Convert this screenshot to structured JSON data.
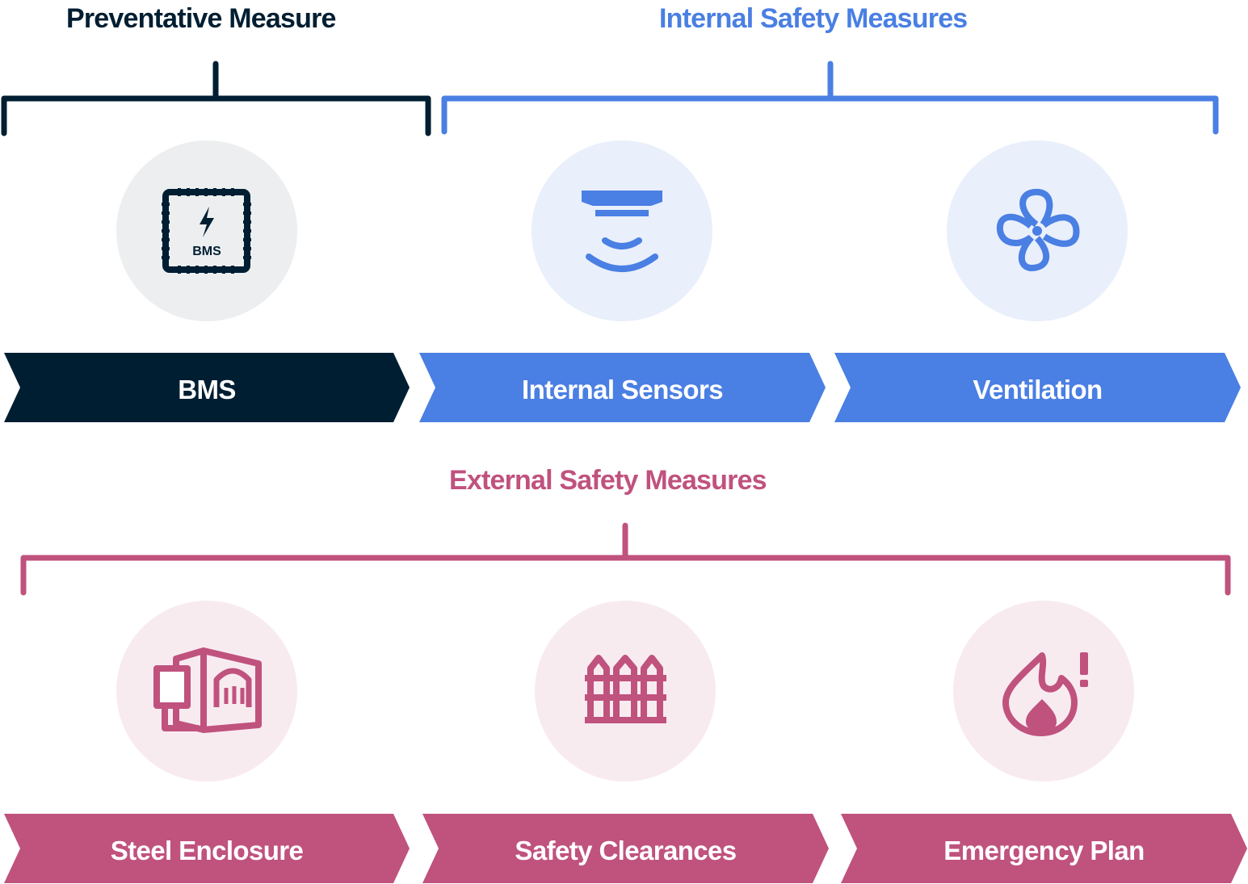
{
  "groups": {
    "preventative": {
      "title": "Preventative Measure",
      "color": "#001e32"
    },
    "internal": {
      "title": "Internal Safety Measures",
      "color": "#4a7fe3"
    },
    "external": {
      "title": "External Safety Measures",
      "color": "#c0527e"
    }
  },
  "colors": {
    "preventative_circle": "#eceef0",
    "internal_circle": "#e9effb",
    "external_circle": "#f8ebf0"
  },
  "items": [
    {
      "label": "BMS",
      "icon": "bms-chip-icon",
      "icon_text": "BMS",
      "group": "preventative"
    },
    {
      "label": "Internal Sensors",
      "icon": "smoke-sensor-icon",
      "group": "internal"
    },
    {
      "label": "Ventilation",
      "icon": "fan-icon",
      "group": "internal"
    },
    {
      "label": "Steel Enclosure",
      "icon": "steel-enclosure-icon",
      "group": "external"
    },
    {
      "label": "Safety Clearances",
      "icon": "fence-icon",
      "group": "external"
    },
    {
      "label": "Emergency Plan",
      "icon": "fire-alert-icon",
      "group": "external"
    }
  ]
}
